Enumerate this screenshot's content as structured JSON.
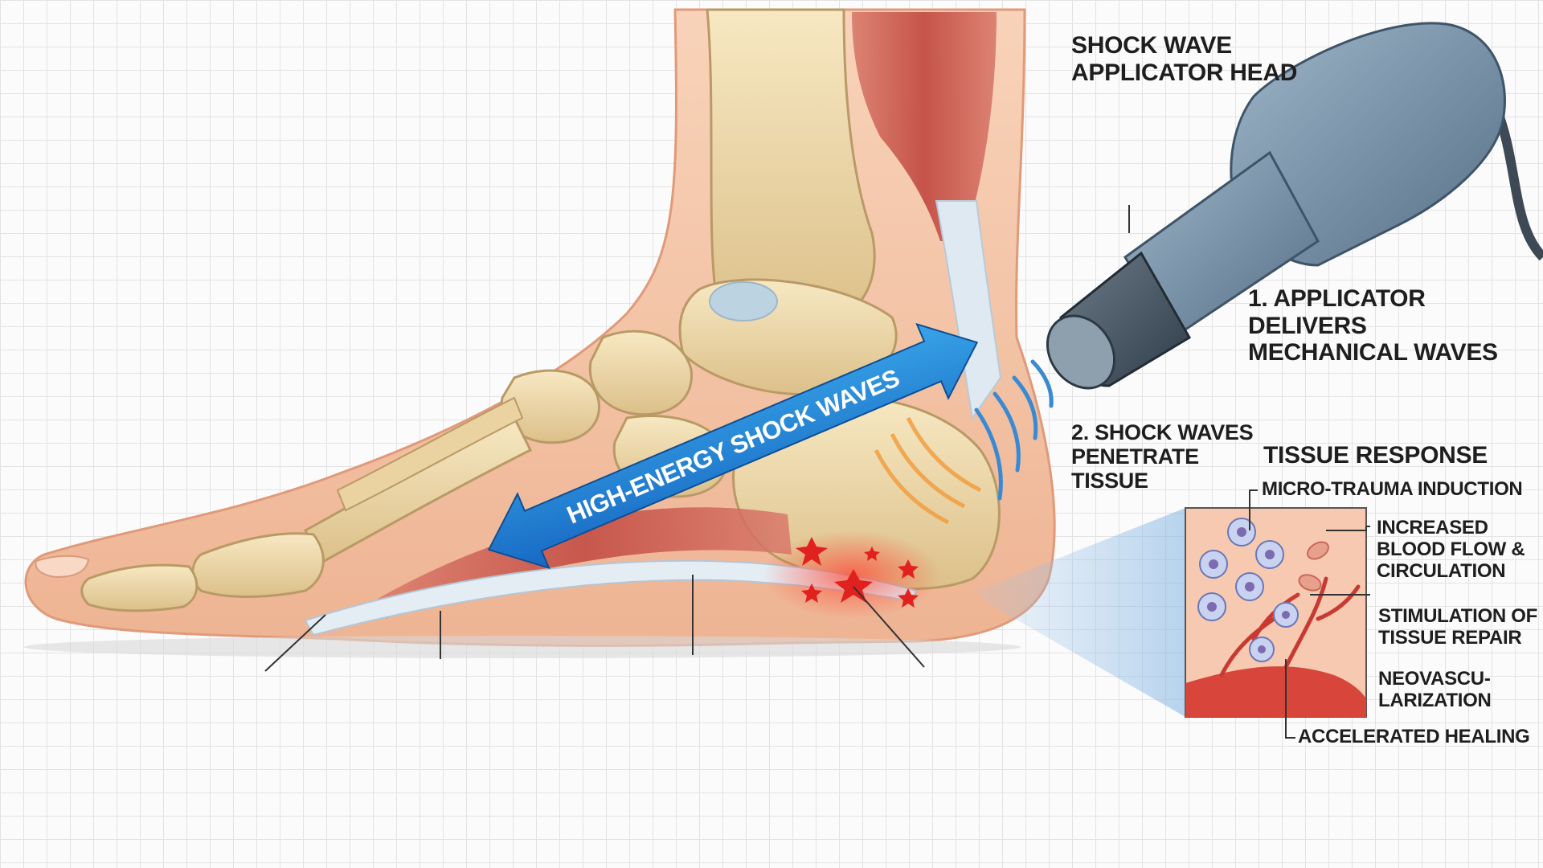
{
  "labels": {
    "applicator_head": "SHOCK WAVE\nAPPLICATOR HEAD",
    "step1": "1. APPLICATOR DELIVERS\nMECHANICAL WAVES",
    "step2": "2. SHOCK WAVES\nPENETRATE\nTISSUE",
    "arrow": "HIGH-ENERGY SHOCK WAVES",
    "tissue_response": "TISSUE RESPONSE",
    "micro_trauma": "MICRO-TRAUMA INDUCTION",
    "blood_flow": "INCREASED\nBLOOD FLOW &\nCIRCULATION",
    "stimulation": "STIMULATION OF\nTISSUE REPAIR",
    "neovascularization": "NEOVASCU-\nLARIZATION",
    "accelerated_healing": "ACCELERATED HEALING"
  },
  "colors": {
    "skin": "#f5c6a8",
    "bone": "#eed9a8",
    "muscle": "#c9564a",
    "fascia": "#d6e4ee",
    "arrow": "#1f7fd1",
    "applicator": "#6e8aa3",
    "inflammation": "#e8312e",
    "wave": "#3a8ad3"
  },
  "icons": [
    "applicator-device",
    "bidirectional-arrow",
    "wave-arcs",
    "inflammation-stars",
    "cell-inset"
  ]
}
